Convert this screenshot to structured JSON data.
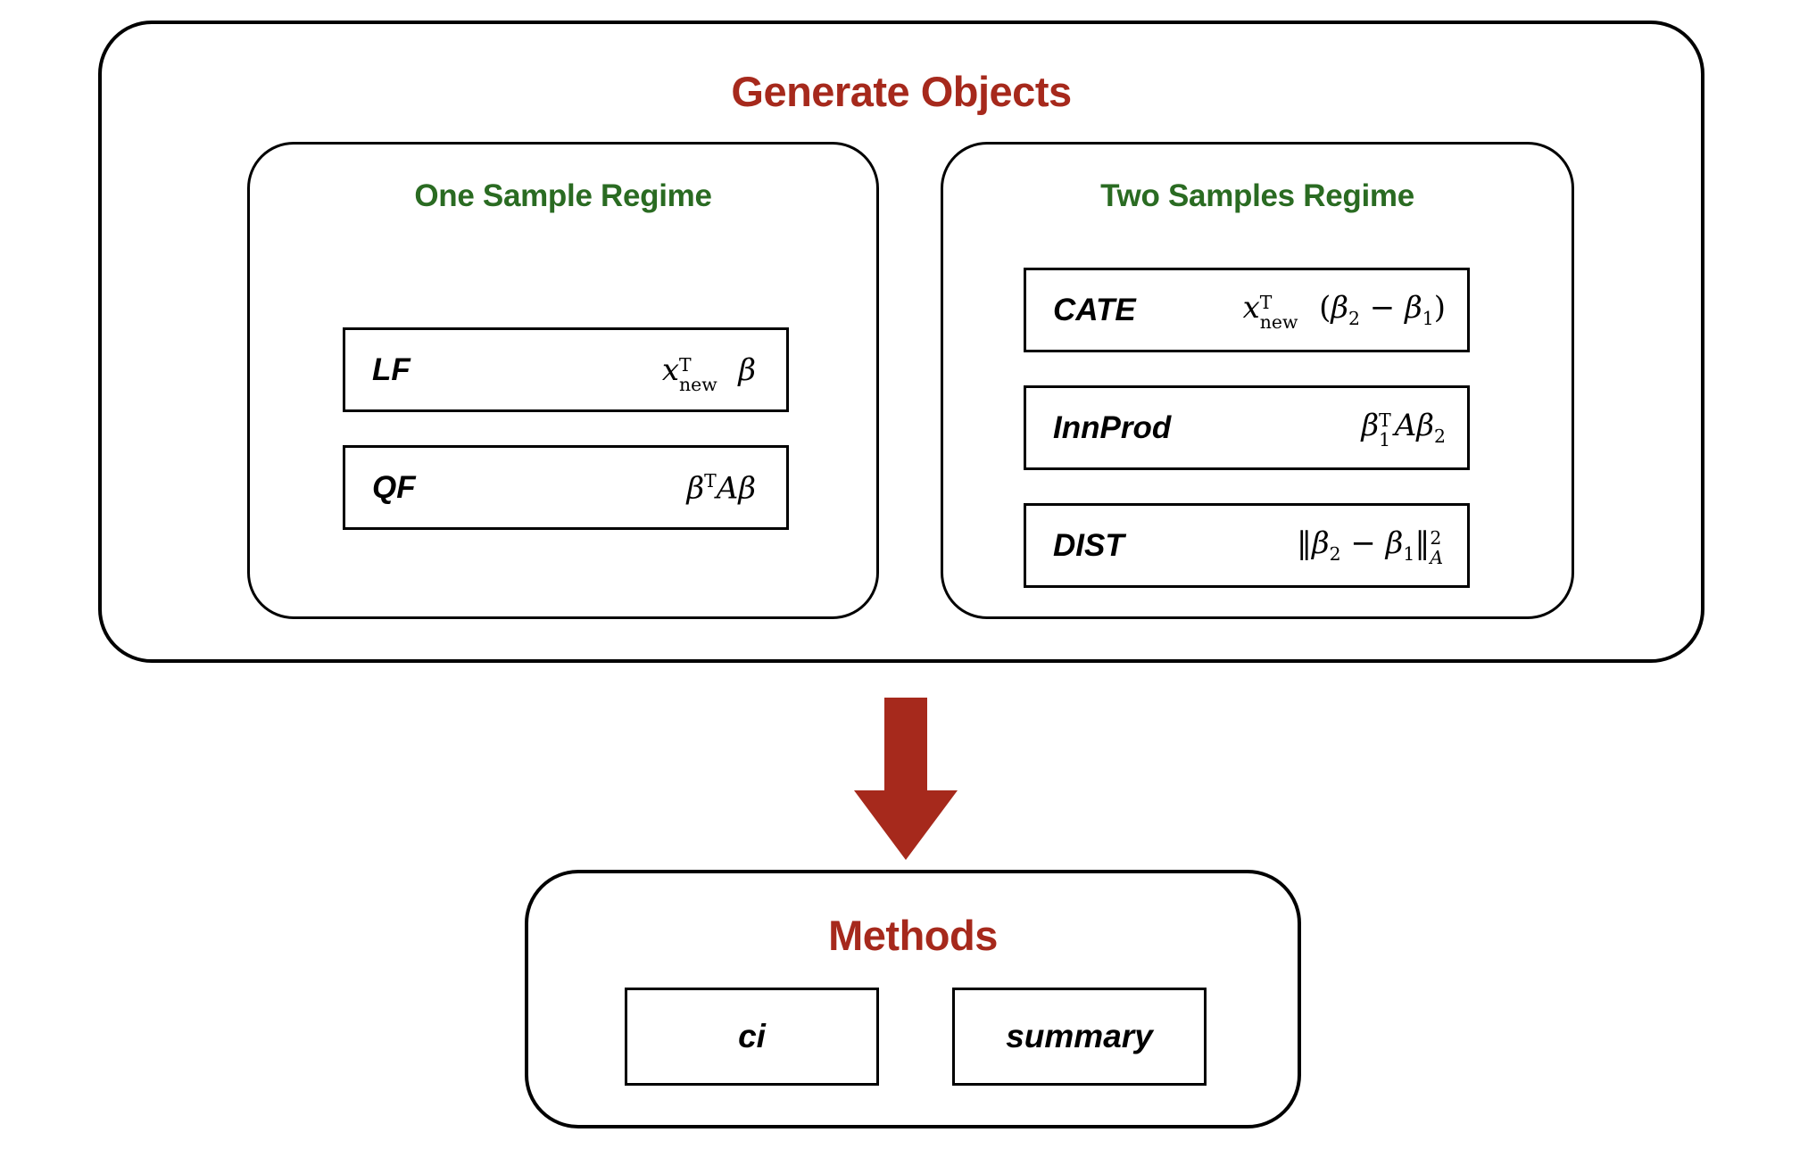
{
  "colors": {
    "title_red": "#a6291c",
    "regime_green": "#2a6b22",
    "arrow_red": "#a6291c",
    "outline_black": "#000000",
    "background": "#ffffff"
  },
  "generate_objects": {
    "title": "Generate Objects",
    "one_sample_regime": {
      "title": "One Sample Regime",
      "objects": [
        {
          "name": "LF",
          "formula_text": "x_new^T β"
        },
        {
          "name": "QF",
          "formula_text": "β^T A β"
        }
      ]
    },
    "two_samples_regime": {
      "title": "Two Samples Regime",
      "objects": [
        {
          "name": "CATE",
          "formula_text": "x_new^T (β2 − β1)"
        },
        {
          "name": "InnProd",
          "formula_text": "β1^T A β2"
        },
        {
          "name": "DIST",
          "formula_text": "||β2 − β1||^2_A"
        }
      ]
    }
  },
  "arrow": {
    "direction": "down",
    "icon": "down-arrow-icon"
  },
  "methods": {
    "title": "Methods",
    "items": [
      {
        "label": "ci"
      },
      {
        "label": "summary"
      }
    ]
  }
}
